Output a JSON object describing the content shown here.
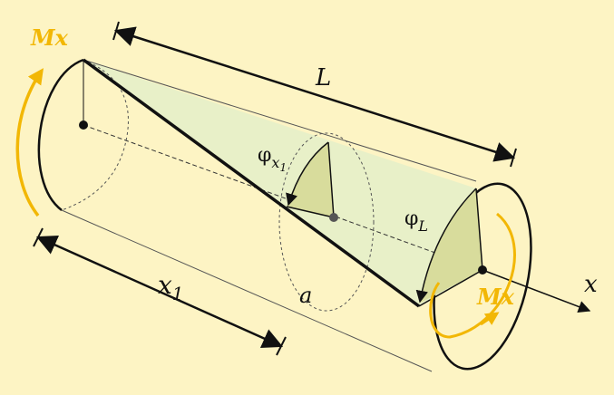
{
  "labels": {
    "moment_left": "Mx",
    "moment_right": "Mx",
    "length": "L",
    "x1_base": "x",
    "x1_sub": "1",
    "phi_x1_base": "φ",
    "phi_x1_sub": "x",
    "phi_x1_subsub": "1",
    "phi_L_base": "φ",
    "phi_L_sub": "L",
    "section": "a",
    "axis": "x"
  },
  "colors": {
    "background": "#fdf4c4",
    "moment": "#f2b705",
    "shaded_plane": "#e8f0c8",
    "angle_fill": "#d8dc9c",
    "outline": "#111111"
  }
}
